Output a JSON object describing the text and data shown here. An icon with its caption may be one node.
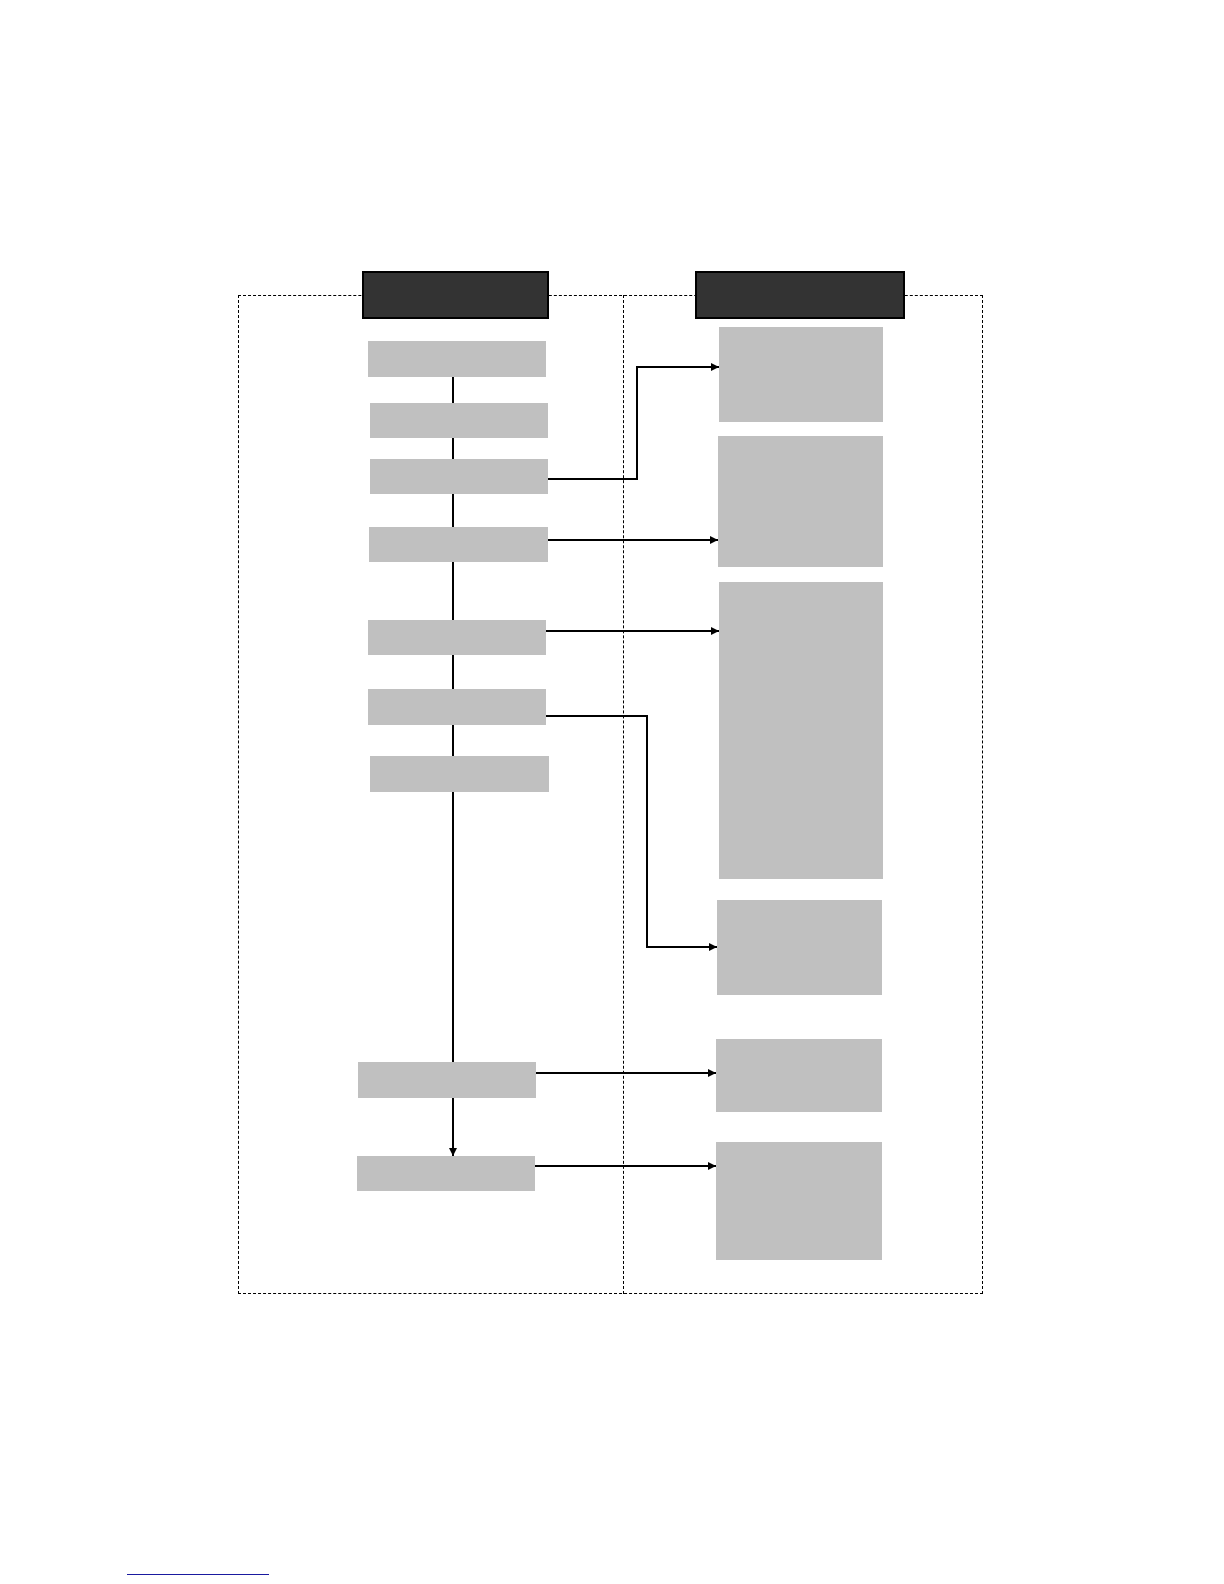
{
  "diagram": {
    "nodes": [
      {
        "text": [],
        "shape": "box"
      },
      {
        "text": [],
        "shape": "box"
      },
      {
        "text": [],
        "shape": "box"
      },
      {
        "text": [],
        "shape": "box"
      },
      {
        "text": [],
        "shape": "box"
      },
      {
        "text": [],
        "shape": "box"
      },
      {
        "text": [],
        "shape": "box"
      },
      {
        "text": [],
        "shape": "box"
      },
      {
        "text": [],
        "shape": "box"
      },
      {
        "text": [],
        "shape": "box"
      },
      {
        "text": [],
        "shape": "box"
      },
      {
        "text": [],
        "shape": "box"
      },
      {
        "text": [],
        "shape": "box"
      },
      {
        "text": [],
        "shape": "box"
      },
      {
        "text": [],
        "shape": "box"
      },
      {
        "text": [],
        "shape": "box"
      },
      {
        "text": [],
        "shape": "box"
      }
    ],
    "edges": [
      {
        "from": 2,
        "to": 3,
        "arrow": "none"
      },
      {
        "from": 3,
        "to": 4,
        "arrow": "none"
      },
      {
        "from": 4,
        "to": 5,
        "arrow": "none"
      },
      {
        "from": 5,
        "to": 6,
        "arrow": "none"
      },
      {
        "from": 6,
        "to": 7,
        "arrow": "none"
      },
      {
        "from": 7,
        "to": 8,
        "arrow": "none"
      },
      {
        "from": 8,
        "to": 9,
        "arrow": "none"
      },
      {
        "from": 9,
        "to": 10,
        "arrow": "to"
      },
      {
        "from": 4,
        "to": 11,
        "arrow": "to"
      },
      {
        "from": 5,
        "to": 12,
        "arrow": "to"
      },
      {
        "from": 6,
        "to": 13,
        "arrow": "to"
      },
      {
        "from": 7,
        "to": 14,
        "arrow": "to"
      },
      {
        "from": 9,
        "to": 15,
        "arrow": "to"
      },
      {
        "from": 10,
        "to": 16,
        "arrow": "to"
      }
    ]
  }
}
